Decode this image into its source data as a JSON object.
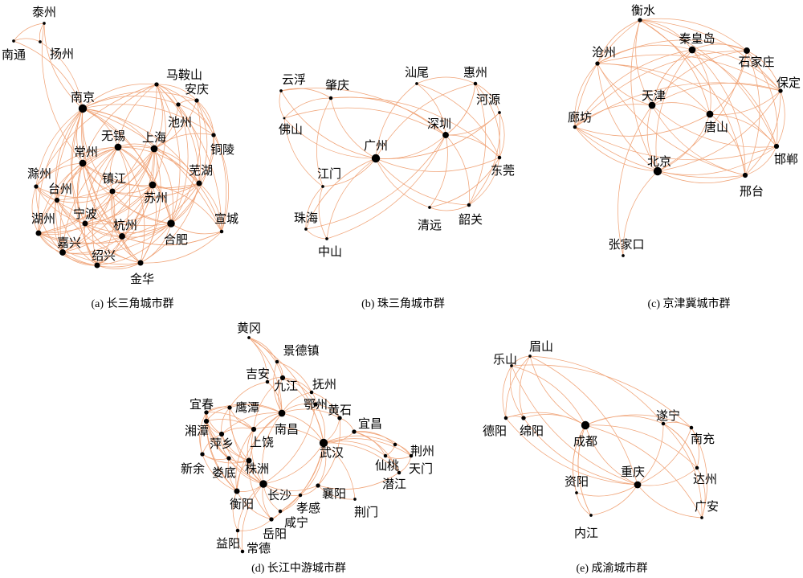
{
  "edge_color": "#f0a478",
  "node_color": "#000000",
  "panels": [
    {
      "id": "a",
      "caption": "(a) 长三角城市群",
      "nodes": [
        {
          "name": "泰州",
          "w": 2
        },
        {
          "name": "南通",
          "w": 2
        },
        {
          "name": "扬州",
          "w": 2
        },
        {
          "name": "南京",
          "w": 10
        },
        {
          "name": "马鞍山",
          "w": 4
        },
        {
          "name": "安庆",
          "w": 4
        },
        {
          "name": "池州",
          "w": 4
        },
        {
          "name": "铜陵",
          "w": 4
        },
        {
          "name": "无锡",
          "w": 8
        },
        {
          "name": "上海",
          "w": 8
        },
        {
          "name": "常州",
          "w": 8
        },
        {
          "name": "滁州",
          "w": 4
        },
        {
          "name": "镇江",
          "w": 6
        },
        {
          "name": "芜湖",
          "w": 6
        },
        {
          "name": "台州",
          "w": 5
        },
        {
          "name": "苏州",
          "w": 8
        },
        {
          "name": "宁波",
          "w": 6
        },
        {
          "name": "湖州",
          "w": 6
        },
        {
          "name": "杭州",
          "w": 7
        },
        {
          "name": "合肥",
          "w": 9
        },
        {
          "name": "宣城",
          "w": 3
        },
        {
          "name": "嘉兴",
          "w": 7
        },
        {
          "name": "绍兴",
          "w": 6
        },
        {
          "name": "金华",
          "w": 6
        }
      ]
    },
    {
      "id": "b",
      "caption": "(b) 珠三角城市群",
      "nodes": [
        {
          "name": "云浮",
          "w": 2
        },
        {
          "name": "肇庆",
          "w": 3
        },
        {
          "name": "佛山",
          "w": 1
        },
        {
          "name": "汕尾",
          "w": 2
        },
        {
          "name": "惠州",
          "w": 3
        },
        {
          "name": "河源",
          "w": 2
        },
        {
          "name": "广州",
          "w": 10
        },
        {
          "name": "深圳",
          "w": 7
        },
        {
          "name": "江门",
          "w": 2
        },
        {
          "name": "东莞",
          "w": 3
        },
        {
          "name": "珠海",
          "w": 2
        },
        {
          "name": "中山",
          "w": 2
        },
        {
          "name": "清远",
          "w": 2
        },
        {
          "name": "韶关",
          "w": 3
        }
      ]
    },
    {
      "id": "c",
      "caption": "(c) 京津冀城市群",
      "nodes": [
        {
          "name": "衡水",
          "w": 4
        },
        {
          "name": "沧州",
          "w": 4
        },
        {
          "name": "秦皇岛",
          "w": 8
        },
        {
          "name": "石家庄",
          "w": 7
        },
        {
          "name": "保定",
          "w": 4
        },
        {
          "name": "廊坊",
          "w": 3
        },
        {
          "name": "天津",
          "w": 8
        },
        {
          "name": "唐山",
          "w": 8
        },
        {
          "name": "邯郸",
          "w": 5
        },
        {
          "name": "北京",
          "w": 10
        },
        {
          "name": "邢台",
          "w": 5
        },
        {
          "name": "张家口",
          "w": 2
        }
      ]
    },
    {
      "id": "d",
      "caption": "(d) 长江中游城市群",
      "nodes": [
        {
          "name": "黄冈",
          "w": 2
        },
        {
          "name": "景德镇",
          "w": 3
        },
        {
          "name": "吉安",
          "w": 3
        },
        {
          "name": "九江",
          "w": 5
        },
        {
          "name": "抚州",
          "w": 3
        },
        {
          "name": "宜春",
          "w": 4
        },
        {
          "name": "鹰潭",
          "w": 4
        },
        {
          "name": "鄂州",
          "w": 4
        },
        {
          "name": "黄石",
          "w": 4
        },
        {
          "name": "湘潭",
          "w": 5
        },
        {
          "name": "南昌",
          "w": 8
        },
        {
          "name": "萍乡",
          "w": 5
        },
        {
          "name": "上饶",
          "w": 5
        },
        {
          "name": "宜昌",
          "w": 4
        },
        {
          "name": "荆州",
          "w": 3
        },
        {
          "name": "武汉",
          "w": 10
        },
        {
          "name": "仙桃",
          "w": 3
        },
        {
          "name": "天门",
          "w": 3
        },
        {
          "name": "新余",
          "w": 4
        },
        {
          "name": "娄底",
          "w": 4
        },
        {
          "name": "株洲",
          "w": 6
        },
        {
          "name": "潜江",
          "w": 3
        },
        {
          "name": "长沙",
          "w": 9
        },
        {
          "name": "襄阳",
          "w": 4
        },
        {
          "name": "衡阳",
          "w": 6
        },
        {
          "name": "孝感",
          "w": 3
        },
        {
          "name": "荆门",
          "w": 2
        },
        {
          "name": "咸宁",
          "w": 3
        },
        {
          "name": "岳阳",
          "w": 4
        },
        {
          "name": "益阳",
          "w": 3
        },
        {
          "name": "常德",
          "w": 3
        }
      ]
    },
    {
      "id": "e",
      "caption": "(e) 成渝城市群",
      "nodes": [
        {
          "name": "眉山",
          "w": 2
        },
        {
          "name": "乐山",
          "w": 2
        },
        {
          "name": "遂宁",
          "w": 3
        },
        {
          "name": "德阳",
          "w": 3
        },
        {
          "name": "绵阳",
          "w": 4
        },
        {
          "name": "成都",
          "w": 10
        },
        {
          "name": "南充",
          "w": 3
        },
        {
          "name": "重庆",
          "w": 8
        },
        {
          "name": "资阳",
          "w": 2
        },
        {
          "name": "达州",
          "w": 3
        },
        {
          "name": "内江",
          "w": 2
        },
        {
          "name": "广安",
          "w": 2
        }
      ]
    }
  ]
}
